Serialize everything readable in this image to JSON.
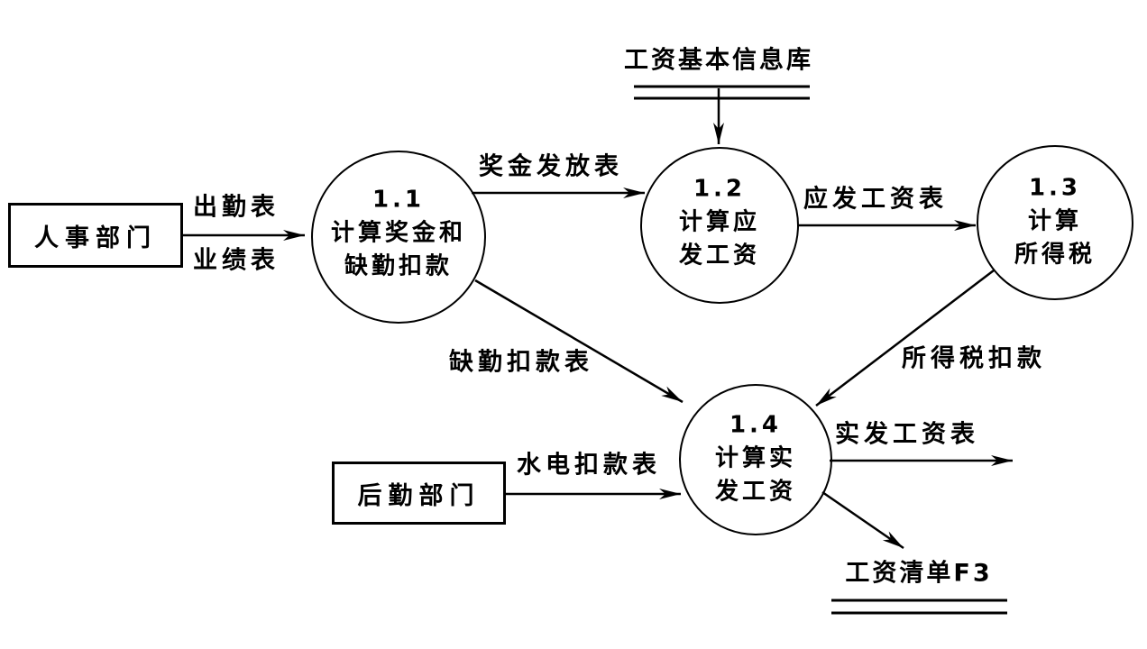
{
  "diagram": {
    "kind": "data-flow-diagram",
    "colors": {
      "ink": "#000000",
      "background": "#ffffff"
    },
    "external_entities": [
      {
        "id": "hr",
        "label": "人事部门"
      },
      {
        "id": "logistics",
        "label": "后勤部门"
      }
    ],
    "data_stores": [
      {
        "id": "salary-base-info",
        "label": "工资基本信息库"
      },
      {
        "id": "salary-list-f3",
        "label": "工资清单F3"
      }
    ],
    "processes": [
      {
        "number": "1.1",
        "line1": "计算奖金和",
        "line2": "缺勤扣款"
      },
      {
        "number": "1.2",
        "line1": "计算应",
        "line2": "发工资"
      },
      {
        "number": "1.3",
        "line1": "计算",
        "line2": "所得税"
      },
      {
        "number": "1.4",
        "line1": "计算实",
        "line2": "发工资"
      }
    ],
    "flows": [
      {
        "label": "出勤表",
        "from": "人事部门",
        "to": "1.1"
      },
      {
        "label": "业绩表",
        "from": "人事部门",
        "to": "1.1"
      },
      {
        "label": "奖金发放表",
        "from": "1.1",
        "to": "1.2"
      },
      {
        "label": "",
        "from": "工资基本信息库",
        "to": "1.2"
      },
      {
        "label": "应发工资表",
        "from": "1.2",
        "to": "1.3"
      },
      {
        "label": "缺勤扣款表",
        "from": "1.1",
        "to": "1.4"
      },
      {
        "label": "所得税扣款",
        "from": "1.3",
        "to": "1.4"
      },
      {
        "label": "水电扣款表",
        "from": "后勤部门",
        "to": "1.4"
      },
      {
        "label": "实发工资表",
        "from": "1.4",
        "to": ""
      },
      {
        "label": "",
        "from": "1.4",
        "to": "工资清单F3"
      }
    ]
  }
}
